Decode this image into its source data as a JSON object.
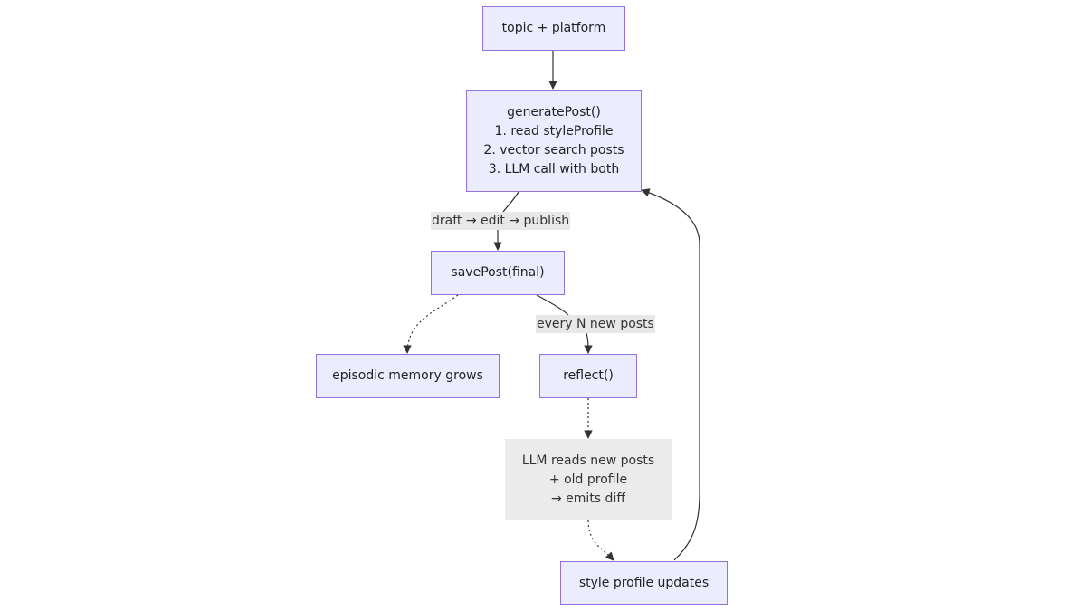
{
  "nodes": {
    "topic": {
      "label": "topic + platform"
    },
    "generate": {
      "lines": [
        "generatePost()",
        "1. read styleProfile",
        "2. vector search posts",
        "3. LLM call with both"
      ]
    },
    "save": {
      "label": "savePost(final)"
    },
    "episodic": {
      "label": "episodic memory grows"
    },
    "reflect": {
      "label": "reflect()"
    },
    "llm_reads": {
      "lines": [
        "LLM reads new posts",
        "+ old profile",
        "→ emits diff"
      ]
    },
    "style_updates": {
      "label": "style profile updates"
    }
  },
  "edge_labels": {
    "generate_to_save": "draft → edit → publish",
    "save_to_reflect": "every N new posts"
  },
  "colors": {
    "node_fill": "#ECECFF",
    "node_stroke": "#9370DB",
    "note_fill": "#EBEBEB",
    "edge": "#333333",
    "label_bg": "#E8E8E8"
  }
}
